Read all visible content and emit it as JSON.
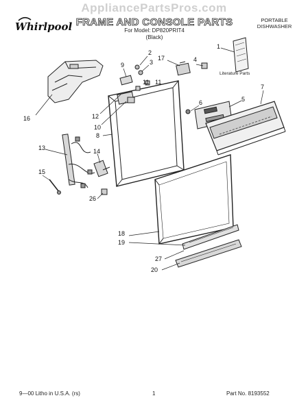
{
  "watermark": "AppliancePartsPros.com",
  "header": {
    "logo": "Whirlpool",
    "title": "FRAME AND CONSOLE PARTS",
    "model": "For Model: DP820PRIT4",
    "color": "(Black)",
    "product": "PORTABLE DISHWASHER"
  },
  "literature_label": "Literature Parts",
  "callouts": [
    "1",
    "2",
    "3",
    "4",
    "5",
    "6",
    "7",
    "8",
    "9",
    "10",
    "11",
    "11",
    "12",
    "13",
    "14",
    "15",
    "16",
    "17",
    "18",
    "19",
    "20",
    "26",
    "27"
  ],
  "footer": {
    "left": "9—00 Litho in U.S.A. (rs)",
    "page": "1",
    "part_no": "Part No. 8193552"
  }
}
